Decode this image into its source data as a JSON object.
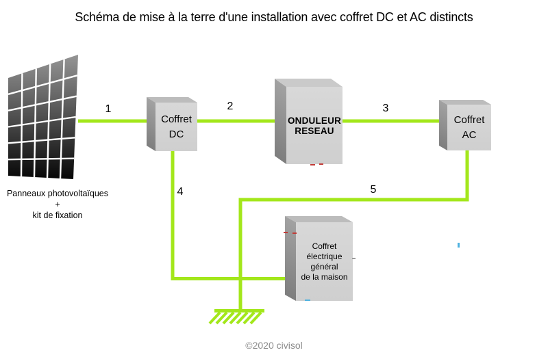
{
  "title": "Schéma de mise à la terre d'une installation avec coffret DC et AC distincts",
  "panel": {
    "caption": [
      "Panneaux photovoltaïques",
      "+",
      "kit de fixation"
    ]
  },
  "boxes": {
    "dc": {
      "lines": [
        "Coffret",
        "DC"
      ]
    },
    "onduleur": {
      "lines": [
        "ONDULEUR",
        "RESEAU"
      ]
    },
    "ac": {
      "lines": [
        "Coffret",
        "AC"
      ]
    },
    "general": {
      "lines": [
        "Coffret",
        "électrique",
        "général",
        "de la maison"
      ]
    }
  },
  "wires": {
    "labels": [
      "1",
      "2",
      "3",
      "4",
      "5"
    ]
  },
  "footer": {
    "text": "©2020 civisol"
  },
  "colors": {
    "wire": "#A3E71B",
    "box_front_light": "#D8D8D8",
    "box_front_dark": "#CFCFCF",
    "box_side_light": "#A2A2A2",
    "box_side_dark": "#7E7E7E",
    "box_top": "#BCBCBC",
    "onduleur_top": "#CACACA",
    "panel_top": "#959595",
    "panel_mid": "#4F4F4F",
    "panel_bottom": "#060606",
    "grid_line": "#FFFFFF",
    "footer_text": "#8C8C8C"
  }
}
